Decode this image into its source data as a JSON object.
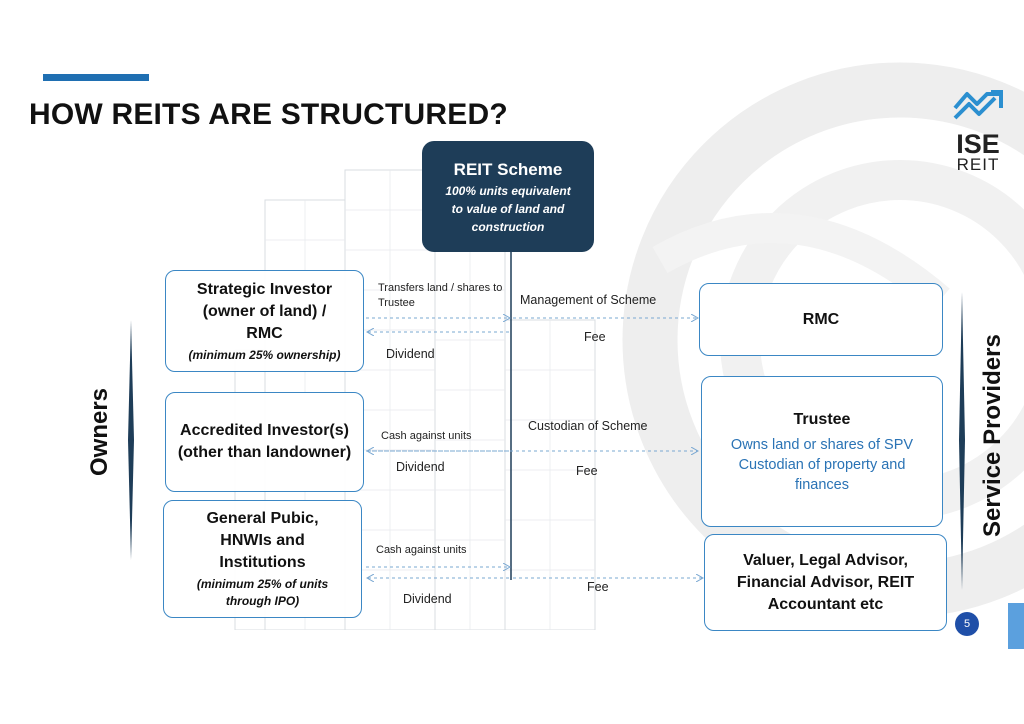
{
  "title": "HOW REITS ARE STRUCTURED?",
  "logo": {
    "word": "ISE",
    "sub": "REIT"
  },
  "scheme": {
    "title": "REIT Scheme",
    "subtitle": "100% units equivalent to value of land and construction"
  },
  "groups": {
    "owners": "Owners",
    "providers": "Service Providers"
  },
  "owners": [
    {
      "name": "Strategic Investor (owner of land) / RMC",
      "note": "(minimum 25% ownership)"
    },
    {
      "name": "Accredited Investor(s) (other than landowner)",
      "note": ""
    },
    {
      "name": "General Pubic, HNWIs and Institutions",
      "note": "(minimum 25% of units through IPO)"
    }
  ],
  "providers": [
    {
      "name": "RMC",
      "detail": ""
    },
    {
      "name": "Trustee",
      "detail": "Owns land or shares of SPV Custodian of property and finances"
    },
    {
      "name": "Valuer, Legal Advisor, Financial Advisor, REIT Accountant etc",
      "detail": ""
    }
  ],
  "flows": {
    "row1_in": "Transfers land / shares to Trustee",
    "row1_back": "Dividend",
    "row1_service": "Management of Scheme",
    "row1_fee": "Fee",
    "row2_in": "Cash against units",
    "row2_back": "Dividend",
    "row2_service": "Custodian of Scheme",
    "row2_fee": "Fee",
    "row3_in": "Cash against units",
    "row3_back": "Dividend",
    "row3_fee": "Fee"
  },
  "page_number": "5",
  "colors": {
    "accent": "#1f6fb2",
    "scheme_bg": "#1e3d58",
    "box_border": "#3b87c4",
    "trustee_text": "#2a73b5"
  }
}
